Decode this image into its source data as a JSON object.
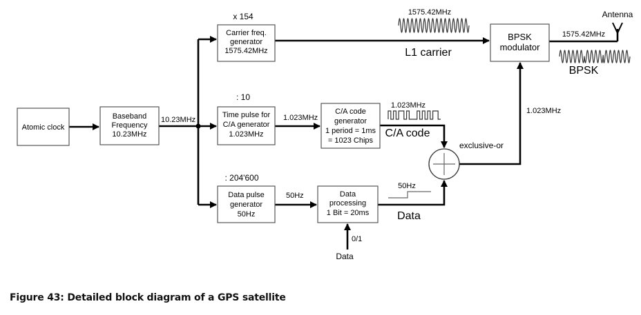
{
  "blocks": {
    "atomic_clock": [
      "Atomic clock"
    ],
    "baseband": [
      "Baseband",
      "Frequency",
      "10.23MHz"
    ],
    "carrier": [
      "Carrier freq.",
      "generator",
      "1575.42MHz"
    ],
    "time_pulse": [
      "Time pulse for",
      "C/A generator",
      "1.023MHz"
    ],
    "data_pulse": [
      "Data pulse",
      "generator",
      "50Hz"
    ],
    "ca_code": [
      "C/A code",
      "generator",
      "1 period = 1ms",
      "= 1023 Chips"
    ],
    "data_processing": [
      "Data",
      "processing",
      "1 Bit = 20ms"
    ],
    "bpsk_mod": [
      "BPSK",
      "modulator"
    ]
  },
  "labels": {
    "mult_154": "x 154",
    "div_10": ": 10",
    "div_204600": ": 204'600",
    "baseband_out": "10.23MHz",
    "time_pulse_out": "1.023MHz",
    "data_pulse_out": "50Hz",
    "carrier_wave_freq": "1575.42MHz",
    "l1_carrier": "L1 carrier",
    "ca_wave_freq": "1.023MHz",
    "ca_code": "C/A code",
    "xor": "exclusive-or",
    "xor_out_freq": "1.023MHz",
    "data_wave_freq": "50Hz",
    "data_signal": "Data",
    "data_input_value": "0/1",
    "data_input": "Data",
    "bpsk_out_freq": "1575.42MHz",
    "antenna": "Antenna",
    "bpsk_signal": "BPSK"
  },
  "caption": "Figure 43: Detailed block diagram of a GPS satellite"
}
